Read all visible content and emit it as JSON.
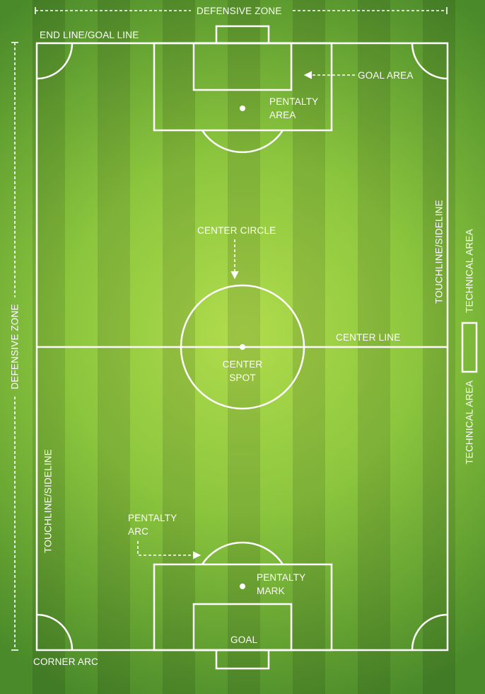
{
  "labels": {
    "defensive_zone_top": "DEFENSIVE ZONE",
    "defensive_zone_left": "DEFENSIVE ZONE",
    "end_line": "END LINE/GOAL LINE",
    "goal_area": "GOAL AREA",
    "penalty_area_1": "PENTALTY",
    "penalty_area_2": "AREA",
    "center_circle": "CENTER CIRCLE",
    "center_line": "CENTER LINE",
    "center_spot_1": "CENTER",
    "center_spot_2": "SPOT",
    "touchline_right": "TOUCHLINE/SIDELINE",
    "touchline_left": "TOUCHLINE/SIDELINE",
    "technical_area_top": "TECHNICAL AREA",
    "technical_area_bottom": "TECHNICAL AREA",
    "penalty_arc_1": "PENTALTY",
    "penalty_arc_2": "ARC",
    "penalty_mark_1": "PENTALTY",
    "penalty_mark_2": "MARK",
    "goal": "GOAL",
    "corner_arc": "CORNER ARC"
  },
  "colors": {
    "line": "#ffffff",
    "grass_center": "#a9d84a",
    "grass_edge": "#4f8a2c",
    "stripe_dark": "#000000"
  }
}
